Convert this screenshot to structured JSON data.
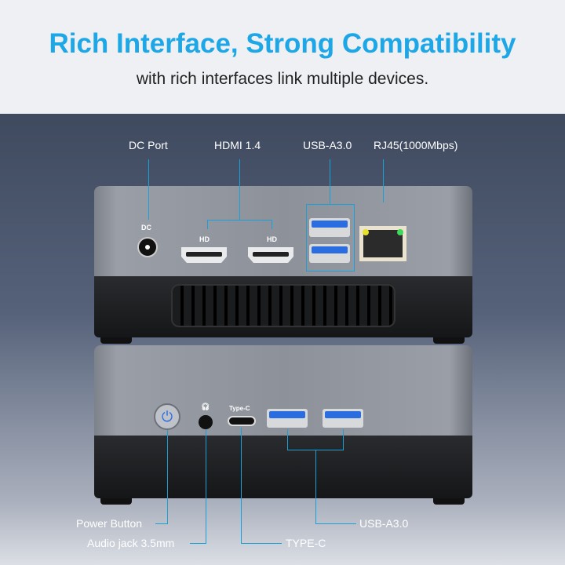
{
  "header": {
    "title": "Rich Interface, Strong Compatibility",
    "subtitle": "with rich interfaces link multiple devices."
  },
  "top_labels": {
    "dc": "DC Port",
    "hdmi": "HDMI 1.4",
    "usb": "USB-A3.0",
    "rj45": "RJ45(1000Mbps)"
  },
  "port_marks": {
    "dc": "DC",
    "hd": "HD",
    "typec": "Type-C"
  },
  "bottom_labels": {
    "power": "Power Button",
    "audio": "Audio jack 3.5mm",
    "typec": "TYPE-C",
    "usb": "USB-A3.0"
  },
  "colors": {
    "accent": "#1ea7e6",
    "line": "#1aa0d8"
  }
}
